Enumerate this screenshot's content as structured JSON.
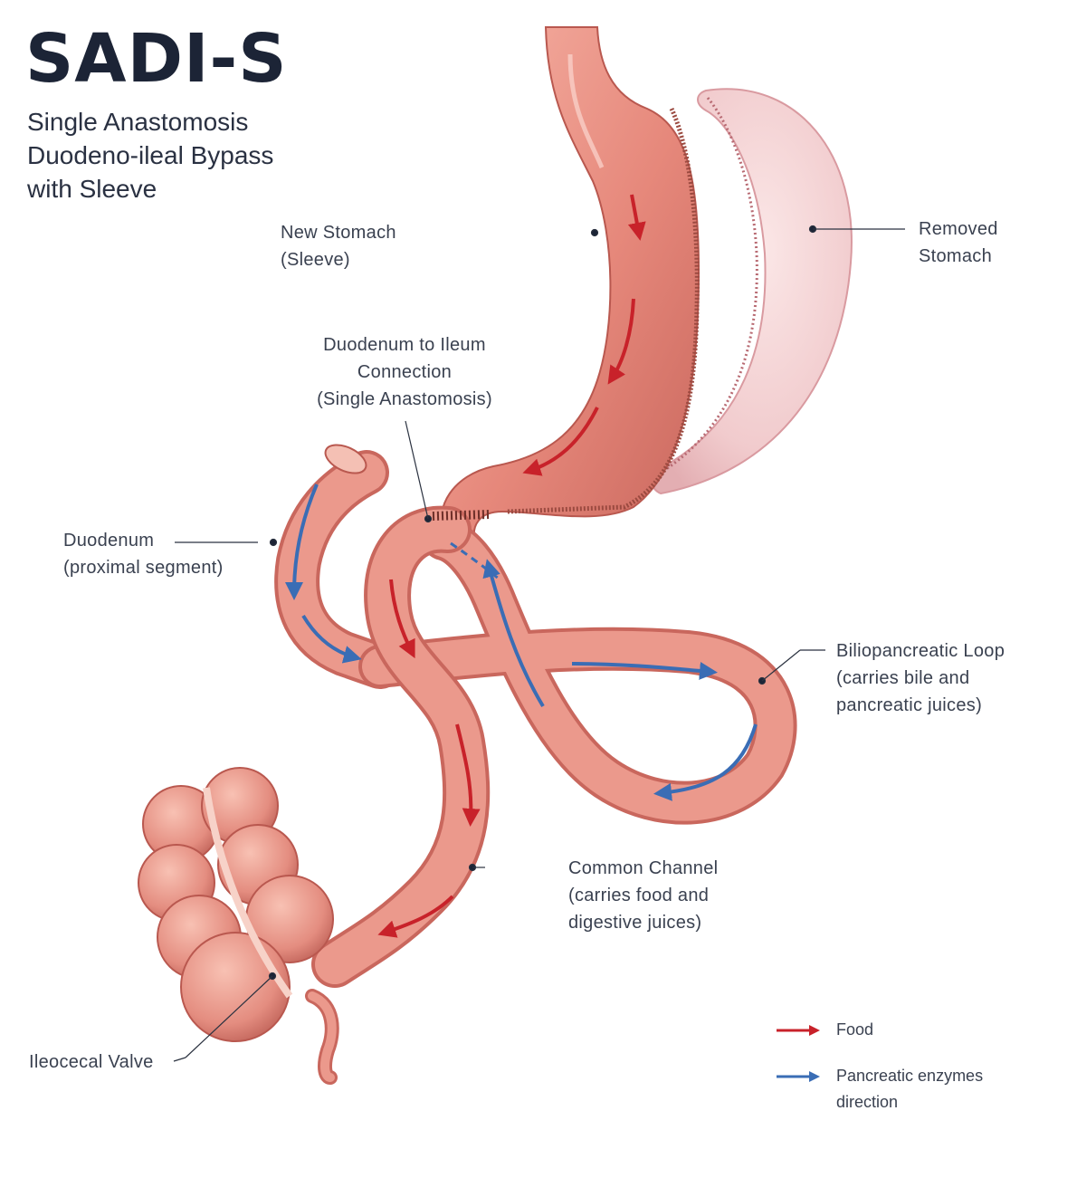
{
  "title": "SADI-S",
  "subtitle": [
    "Single Anastomosis",
    "Duodeno-ileal Bypass",
    "with Sleeve"
  ],
  "labels": {
    "new_stomach": [
      "New Stomach",
      "(Sleeve)"
    ],
    "removed_stomach": [
      "Removed",
      "Stomach"
    ],
    "anastomosis": [
      "Duodenum to Ileum",
      "Connection",
      "(Single Anastomosis)"
    ],
    "duodenum": [
      "Duodenum",
      "(proximal segment)"
    ],
    "biliopancreatic": [
      "Biliopancreatic Loop",
      "(carries bile and",
      "pancreatic juices)"
    ],
    "common_channel": [
      "Common Channel",
      "(carries food and",
      "digestive juices)"
    ],
    "ileocecal": [
      "Ileocecal Valve"
    ]
  },
  "legend": [
    {
      "text": [
        "Food"
      ],
      "color": "#c8222a"
    },
    {
      "text": [
        "Pancreatic enzymes",
        "direction"
      ],
      "color": "#3a6db5"
    }
  ],
  "colors": {
    "tissue": "#e99a8f",
    "tissue_dark": "#c9675d",
    "tissue_light": "#f8c8bd",
    "removed": "#f3d2d4",
    "food_arrow": "#c8222a",
    "enzyme_arrow": "#3a6db5",
    "leader": "#2b3240"
  }
}
